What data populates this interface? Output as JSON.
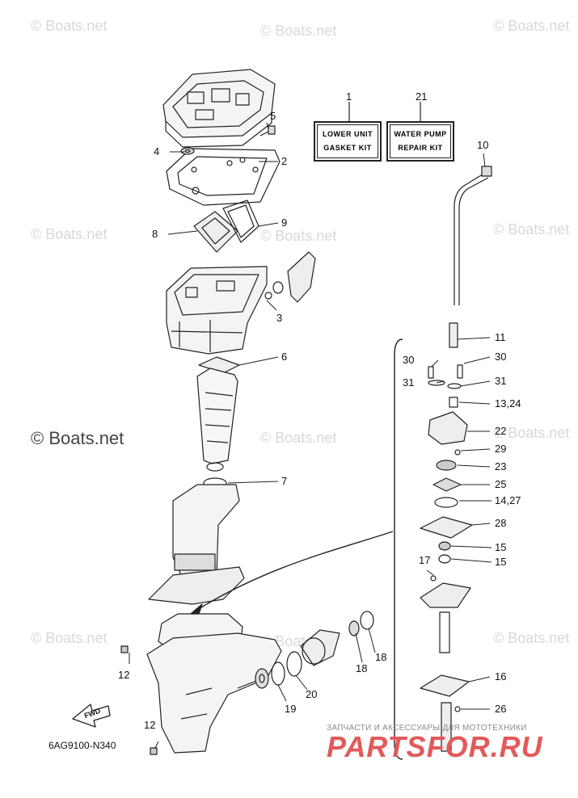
{
  "watermark": "© Boats.net",
  "watermark_big": "© Boats.net",
  "kits": {
    "gasket": {
      "number": "1",
      "line1": "LOWER UNIT",
      "line2": "GASKET KIT"
    },
    "waterpump": {
      "number": "21",
      "line1": "WATER PUMP",
      "line2": "REPAIR KIT"
    }
  },
  "callouts": {
    "c2": "2",
    "c3": "3",
    "c4": "4",
    "c5": "5",
    "c6": "6",
    "c7": "7",
    "c8": "8",
    "c9": "9",
    "c10": "10",
    "c11": "11",
    "c12a": "12",
    "c12b": "12",
    "c13": "13,24",
    "c14": "14,27",
    "c15a": "15",
    "c15b": "15",
    "c16": "16",
    "c17": "17",
    "c18a": "18",
    "c18b": "18",
    "c19": "19",
    "c20": "20",
    "c22": "22",
    "c23": "23",
    "c25": "25",
    "c26": "26",
    "c28": "28",
    "c29": "29",
    "c30a": "30",
    "c30b": "30",
    "c31a": "31",
    "c31b": "31"
  },
  "fwd_label": "FWD",
  "drawing_code": "6AG9100-N340",
  "promo": {
    "tagline": "ЗАПЧАСТИ И АКСЕССУАРЫ ДЛЯ МОТОТЕХНИКИ",
    "logo": "PARTSFOR.RU"
  },
  "colors": {
    "line": "#222222",
    "watermark": "#d8d8d8",
    "promo": "#e25a5a"
  }
}
